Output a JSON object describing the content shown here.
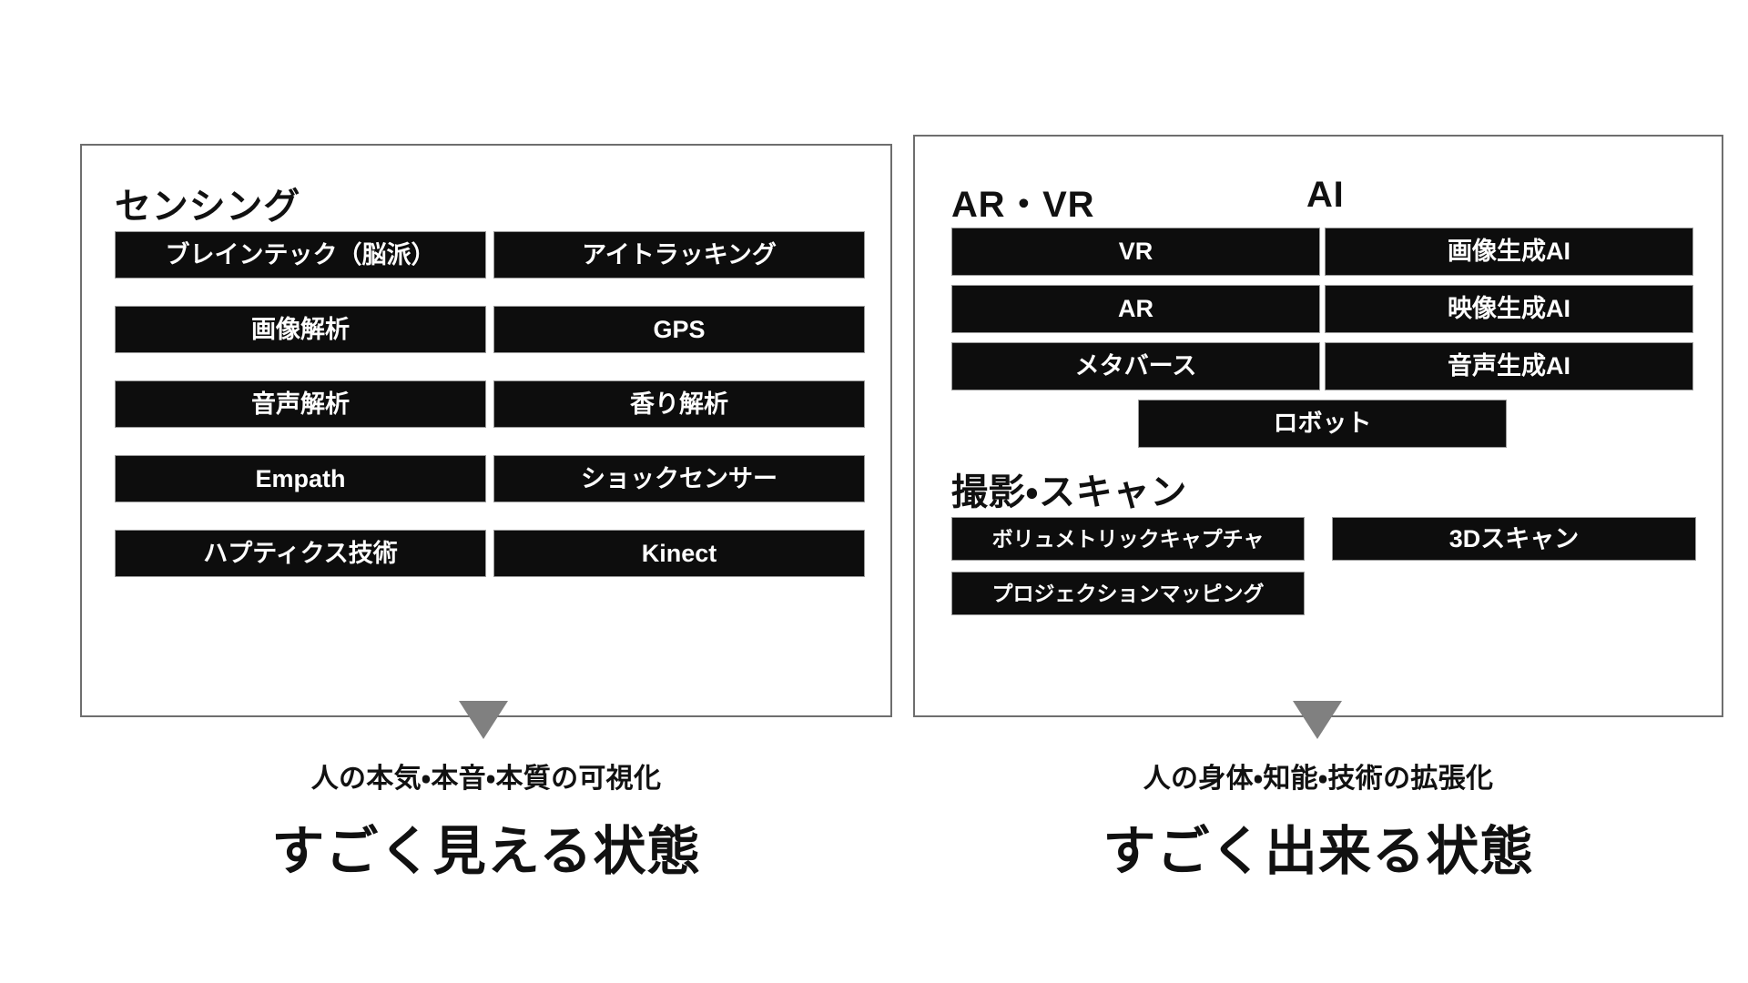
{
  "diagram": {
    "type": "two-panel-technology-map",
    "panels": [
      {
        "id": "sensing",
        "groups": [
          {
            "heading": "センシング",
            "columns": [
              {
                "items": [
                  "ブレインテック（脳派）",
                  "画像解析",
                  "音声解析",
                  "Empath",
                  "ハプティクス技術"
                ]
              },
              {
                "items": [
                  "アイトラッキング",
                  "GPS",
                  "香り解析",
                  "ショックセンサー",
                  "Kinect"
                ]
              }
            ]
          }
        ],
        "arrow": "down-triangle",
        "caption_sub": "人の本気・本音・本質の可視化",
        "caption_main": "すごく見える状態"
      },
      {
        "id": "ar-vr-ai",
        "groups": [
          {
            "heading_left": "AR・VR",
            "heading_right": "AI",
            "columns": [
              {
                "items": [
                  "VR",
                  "AR",
                  "メタバース"
                ]
              },
              {
                "items": [
                  "画像生成AI",
                  "映像生成AI",
                  "音声生成AI"
                ]
              }
            ],
            "center_item": "ロボット"
          },
          {
            "heading": "撮影・スキャン",
            "columns": [
              {
                "items": [
                  "ボリュメトリックキャプチャ",
                  "プロジェクションマッピング"
                ]
              },
              {
                "items": [
                  "3Dスキャン"
                ]
              }
            ]
          }
        ],
        "arrow": "down-triangle",
        "caption_sub": "人の身体・知能・技術の拡張化",
        "caption_main": "すごく出来る状態"
      }
    ]
  },
  "colors": {
    "chip_fill": "#0d0d0d",
    "chip_text": "#ffffff",
    "chip_border": "#9a9a9a",
    "panel_border": "#6e6e6e",
    "arrow_fill": "#808080",
    "text": "#111111",
    "background": "#ffffff"
  }
}
